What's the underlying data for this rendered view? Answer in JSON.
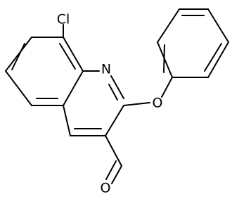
{
  "molecule": {
    "atoms": {
      "cl": "Cl",
      "n": "N",
      "o_ether": "O",
      "o_aldehyde": "O"
    }
  },
  "colors": {
    "bond": "#000000",
    "background": "#ffffff"
  }
}
